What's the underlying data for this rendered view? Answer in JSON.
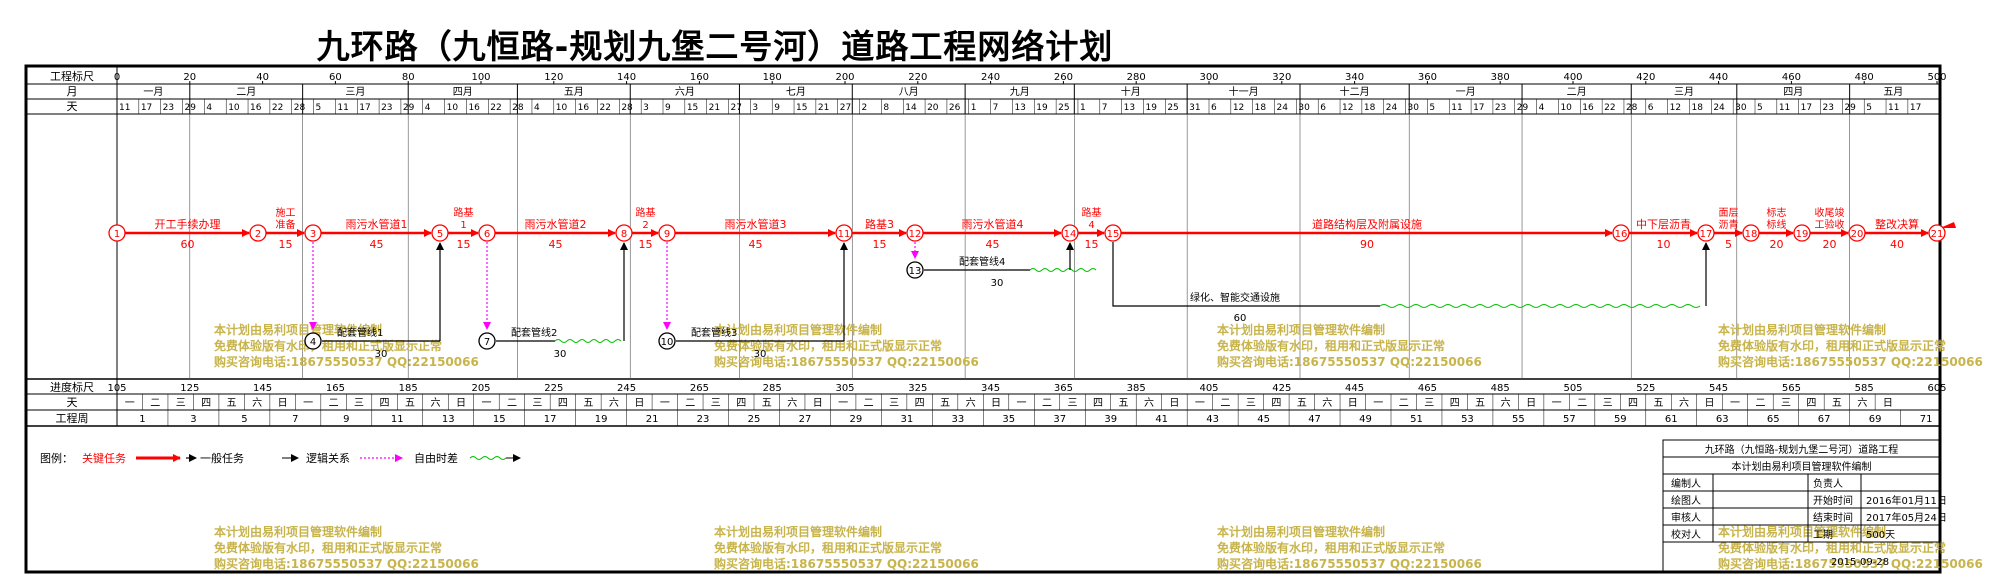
{
  "title": "九环路（九恒路-规划九堡二号河）道路工程网络计划",
  "top_scale": {
    "label": "工程标尺",
    "ticks": [
      "0",
      "20",
      "40",
      "60",
      "80",
      "100",
      "120",
      "140",
      "160",
      "180",
      "200",
      "220",
      "240",
      "260",
      "280",
      "300",
      "320",
      "340",
      "360",
      "380",
      "400",
      "420",
      "440",
      "460",
      "480",
      "500"
    ]
  },
  "months": {
    "label": "月",
    "items": [
      "一月",
      "二月",
      "三月",
      "四月",
      "五月",
      "六月",
      "七月",
      "八月",
      "九月",
      "十月",
      "十一月",
      "十二月",
      "一月",
      "二月",
      "三月",
      "四月",
      "五月"
    ]
  },
  "days": {
    "label": "天",
    "items": [
      "11",
      "17",
      "23",
      "29",
      "4",
      "10",
      "16",
      "22",
      "28",
      "5",
      "11",
      "17",
      "23",
      "29",
      "4",
      "10",
      "16",
      "22",
      "28",
      "4",
      "10",
      "16",
      "22",
      "28",
      "3",
      "9",
      "15",
      "21",
      "27",
      "3",
      "9",
      "15",
      "21",
      "27",
      "2",
      "8",
      "14",
      "20",
      "26",
      "1",
      "7",
      "13",
      "19",
      "25",
      "1",
      "7",
      "13",
      "19",
      "25",
      "31",
      "6",
      "12",
      "18",
      "24",
      "30",
      "6",
      "12",
      "18",
      "24",
      "30",
      "5",
      "11",
      "17",
      "23",
      "29",
      "4",
      "10",
      "16",
      "22",
      "28",
      "6",
      "12",
      "18",
      "24",
      "30",
      "5",
      "11",
      "17",
      "23",
      "29",
      "5",
      "11",
      "17"
    ]
  },
  "progress_scale": {
    "label": "进度标尺",
    "ticks": [
      "105",
      "125",
      "145",
      "165",
      "185",
      "205",
      "225",
      "245",
      "265",
      "285",
      "305",
      "325",
      "345",
      "365",
      "385",
      "405",
      "425",
      "445",
      "465",
      "485",
      "505",
      "525",
      "545",
      "565",
      "585",
      "605"
    ]
  },
  "weekdays": {
    "label": "天",
    "items": [
      "一",
      "二",
      "三",
      "四",
      "五",
      "六",
      "日",
      "一",
      "二",
      "三",
      "四",
      "五",
      "六",
      "日",
      "一",
      "二",
      "三",
      "四",
      "五",
      "六",
      "日",
      "一",
      "二",
      "三",
      "四",
      "五",
      "六",
      "日",
      "一",
      "二",
      "三",
      "四",
      "五",
      "六",
      "日",
      "一",
      "二",
      "三",
      "四",
      "五",
      "六",
      "日",
      "一",
      "二",
      "三",
      "四",
      "五",
      "六",
      "日",
      "一",
      "二",
      "三",
      "四",
      "五",
      "六",
      "日",
      "一",
      "二",
      "三",
      "四",
      "五",
      "六",
      "日",
      "一",
      "二",
      "三",
      "四",
      "五",
      "六",
      "日"
    ]
  },
  "weeks": {
    "label": "工程周",
    "items": [
      "1",
      "3",
      "5",
      "7",
      "9",
      "11",
      "13",
      "15",
      "17",
      "19",
      "21",
      "23",
      "25",
      "27",
      "29",
      "31",
      "33",
      "35",
      "37",
      "39",
      "41",
      "43",
      "45",
      "47",
      "49",
      "51",
      "53",
      "55",
      "57",
      "59",
      "61",
      "63",
      "65",
      "67",
      "69",
      "71"
    ]
  },
  "critical_tasks": [
    {
      "name": "开工手续办理",
      "duration": "60"
    },
    {
      "name": "施工准备",
      "duration": "15"
    },
    {
      "name": "雨污水管道1",
      "duration": "45"
    },
    {
      "name": "路基1",
      "duration": "15"
    },
    {
      "name": "雨污水管道2",
      "duration": "45"
    },
    {
      "name": "路基2",
      "duration": "15"
    },
    {
      "name": "雨污水管道3",
      "duration": "45"
    },
    {
      "name": "路基3",
      "duration": "15"
    },
    {
      "name": "雨污水管道4",
      "duration": "45"
    },
    {
      "name": "路基4",
      "duration": "15"
    },
    {
      "name": "道路结构层及附属设施",
      "duration": "90"
    },
    {
      "name": "中下层沥青",
      "duration": "10"
    },
    {
      "name": "面层沥青",
      "duration": "5"
    },
    {
      "name": "标志标线",
      "duration": "20"
    },
    {
      "name": "收尾竣工验收",
      "duration": "20"
    },
    {
      "name": "整改决算",
      "duration": "40"
    }
  ],
  "general_tasks": [
    {
      "name": "配套管线1",
      "duration": "30"
    },
    {
      "name": "配套管线2",
      "duration": "30"
    },
    {
      "name": "配套管线3",
      "duration": "30"
    },
    {
      "name": "配套管线4",
      "duration": "30"
    },
    {
      "name": "绿化、智能交通设施",
      "duration": "60"
    }
  ],
  "nodes": [
    "1",
    "2",
    "3",
    "4",
    "5",
    "6",
    "7",
    "8",
    "9",
    "10",
    "11",
    "12",
    "13",
    "14",
    "15",
    "16",
    "17",
    "18",
    "19",
    "20",
    "21"
  ],
  "watermark": [
    "本计划由易利项目管理软件编制",
    "免费体验版有水印，租用和正式版显示正常",
    "购买咨询电话:18675550537 QQ:22150066"
  ],
  "legend": {
    "label": "图例：",
    "critical": "关键任务",
    "general": "一般任务",
    "logic": "逻辑关系",
    "float": "自由时差"
  },
  "info_table": {
    "project": "九环路（九恒路-规划九堡二号河）道路工程",
    "software": "本计划由易利项目管理软件编制",
    "rows": [
      {
        "k1": "编制人",
        "v1": "",
        "k2": "负责人",
        "v2": ""
      },
      {
        "k1": "绘图人",
        "v1": "",
        "k2": "开始时间",
        "v2": "2016年01月11日"
      },
      {
        "k1": "审核人",
        "v1": "",
        "k2": "结束时间",
        "v2": "2017年05月24日"
      },
      {
        "k1": "校对人",
        "v1": "",
        "k2": "工期",
        "v2": "500天"
      }
    ],
    "date": "2015-09-28"
  },
  "colors": {
    "critical": "#ff0000",
    "general": "#000000",
    "float": "#ff00ff",
    "slack": "#00c000",
    "watermark": "#c8b44c"
  }
}
